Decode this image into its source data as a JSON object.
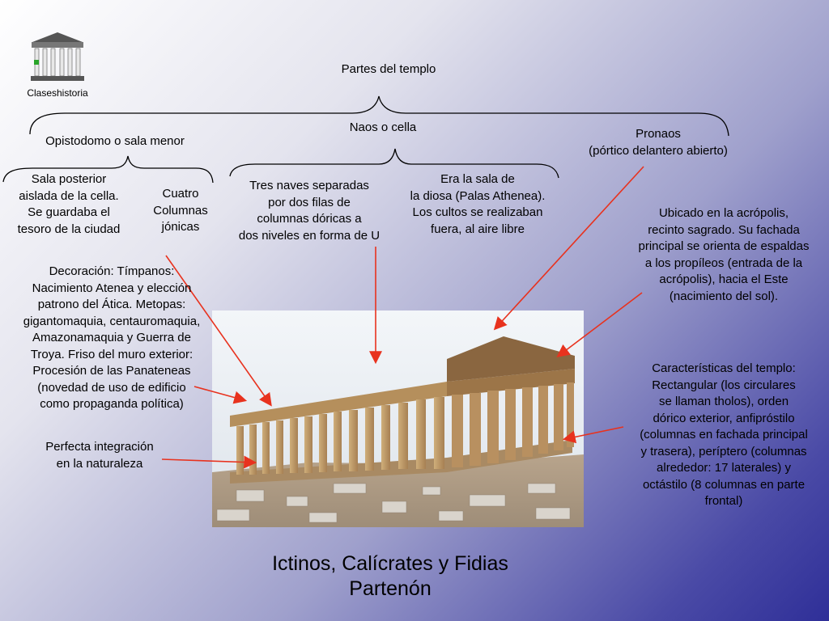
{
  "logo": {
    "caption": "Claseshistoria",
    "icon": "temple-icon"
  },
  "title": {
    "main": "Partes del templo"
  },
  "parts": {
    "opistodomo": "Opistodomo o sala menor",
    "naos": "Naos o cella",
    "pronaos": "Pronaos\n(pórtico delantero abierto)"
  },
  "opistodomo_details": {
    "sala": "Sala posterior\naislada de la cella.\nSe guardaba el\ntesoro de la ciudad",
    "columnas": "Cuatro\nColumnas\njónicas"
  },
  "naos_details": {
    "naves": "Tres naves separadas\npor dos filas de\ncolumnas dóricas a\ndos niveles en forma de U",
    "sala": "Era la sala de\nla diosa (Palas Athenea).\nLos cultos se realizaban\nfuera, al aire libre"
  },
  "notes": {
    "decoracion": "Decoración: Tímpanos:\nNacimiento Atenea y elección\npatrono del Ática. Metopas:\ngigantomaquia, centauromaquia,\nAmazonamaquia y Guerra de\nTroya. Friso del muro exterior:\nProcesión de las Panateneas\n(novedad de uso de edificio\ncomo propaganda política)",
    "integracion": "Perfecta integración\nen la naturaleza",
    "ubicacion": "Ubicado en la acrópolis,\nrecinto sagrado. Su fachada\nprincipal se orienta de espaldas\na los propíleos (entrada de la\nacrópolis), hacia el Este\n(nacimiento del sol).",
    "caracteristicas": "Características del templo:\nRectangular (los circulares\nse llaman tholos), orden\ndórico exterior, anfipróstilo\n(columnas en fachada principal\ny trasera), períptero (columnas\nalrededor: 17 laterales) y\noctástilo (8 columnas en parte\nfrontal)"
  },
  "footer": {
    "authors": "Ictinos, Calícrates y Fidias",
    "name": "Partenón"
  },
  "colors": {
    "arrow": "#e8321e",
    "bracket": "#000000"
  }
}
